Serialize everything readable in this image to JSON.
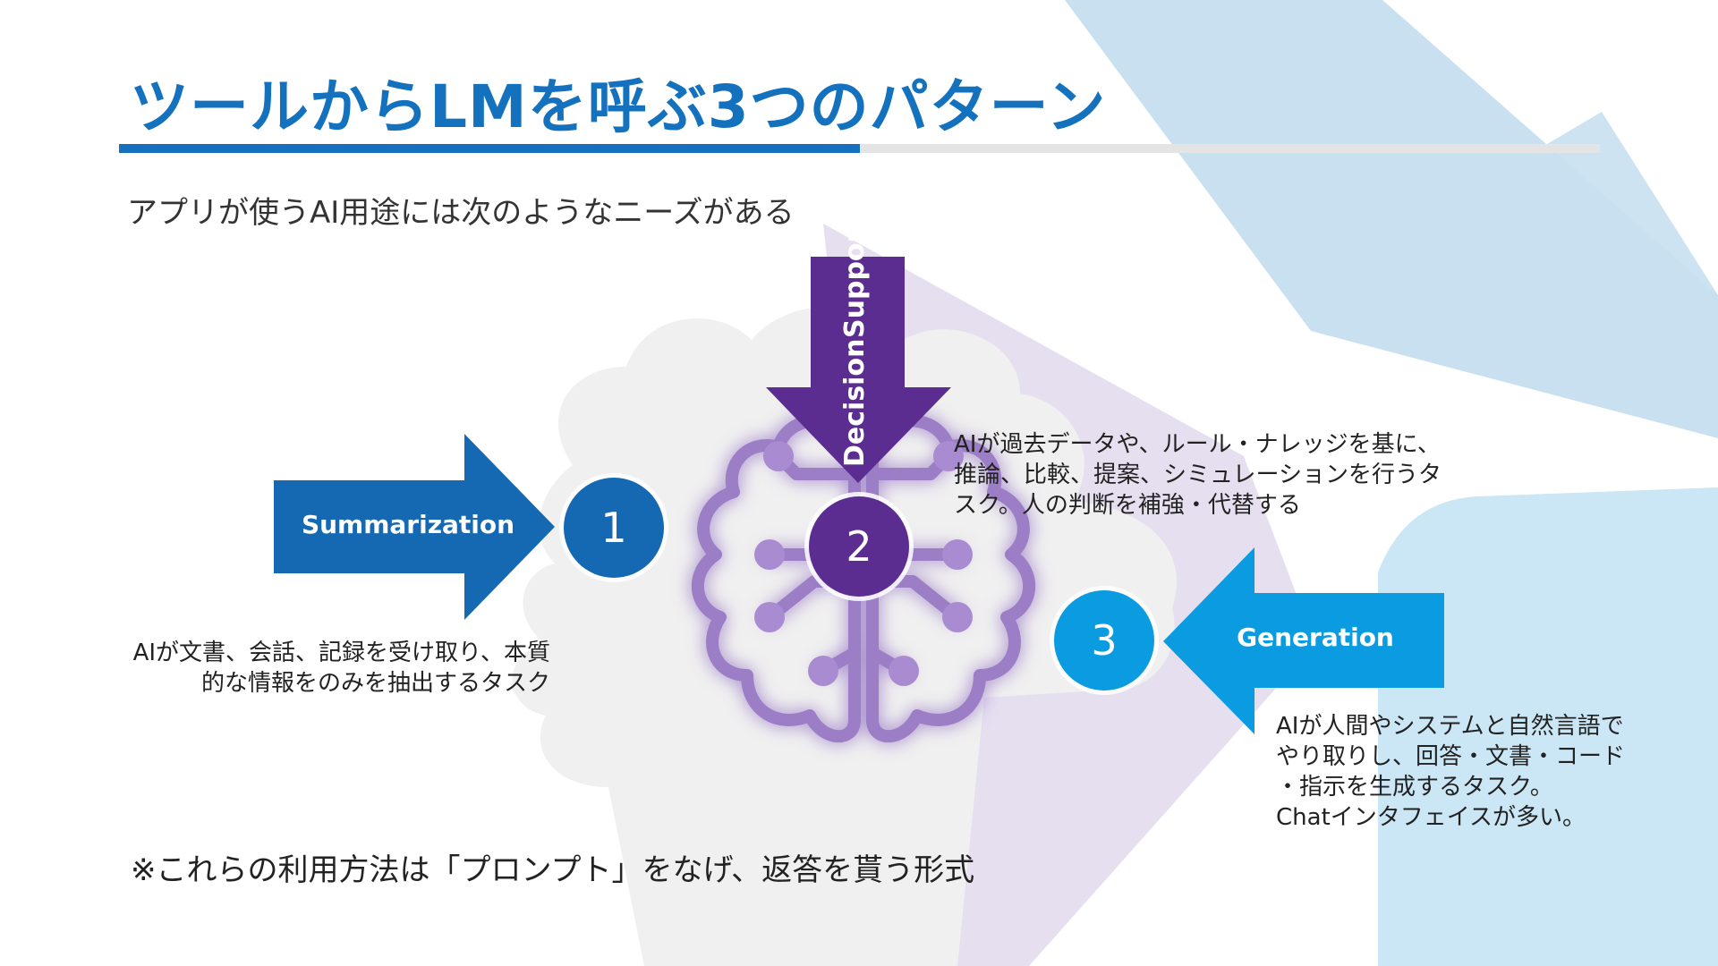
{
  "title": "ツールからLMを呼ぶ3つのパターン",
  "subtitle": "アプリが使うAI用途には次のようなニーズがある",
  "footnote": "※これらの利用方法は「プロンプト」をなげ、返答を貰う形式",
  "patterns": [
    {
      "number": "1",
      "label": "Summarization",
      "desc_lines": [
        "AIが文書、会話、記録を受け取り、本質",
        "的な情報をのみを抽出するタスク"
      ]
    },
    {
      "number": "2",
      "label_lines": [
        "Decision",
        "Support"
      ],
      "desc_lines": [
        "AIが過去データや、ルール・ナレッジを基に、",
        "推論、比較、提案、シミュレーションを行うタ",
        "スク。人の判断を補強・代替する"
      ]
    },
    {
      "number": "3",
      "label": "Generation",
      "desc_lines": [
        "AIが人間やシステムと自然言語で",
        "やり取りし、回答・文書・コード",
        "・指示を生成するタスク。",
        "Chatインタフェイスが多い。"
      ]
    }
  ],
  "colors": {
    "title_blue": "#1471be",
    "summarization_blue": "#1568b2",
    "decision_purple": "#5c2d91",
    "generation_cyan": "#0a9be0"
  },
  "icons": [
    "brain-circuit-icon",
    "background-arrow-decoration"
  ]
}
